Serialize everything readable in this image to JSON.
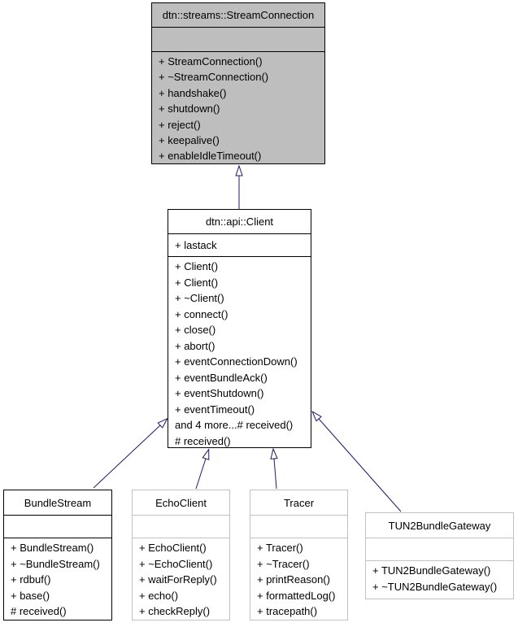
{
  "diagram": {
    "kind": "uml-inheritance-diagram",
    "colors": {
      "parent_box_fill": "#bebebe",
      "box_fill": "#ffffff",
      "edge_color": "#191970",
      "muted_border": "#c1c1c1",
      "strong_border": "#000000",
      "text": "#000000"
    },
    "classes": [
      {
        "id": "stream-connection",
        "title": "dtn::streams::StreamConnection",
        "attributes": [],
        "methods": [
          "+ StreamConnection()",
          "+ ~StreamConnection()",
          "+ handshake()",
          "+ shutdown()",
          "+ reject()",
          "+ keepalive()",
          "+ enableIdleTimeout()"
        ]
      },
      {
        "id": "client",
        "title": "dtn::api::Client",
        "attributes": [
          "+ lastack"
        ],
        "methods": [
          "+ Client()",
          "+ Client()",
          "+ ~Client()",
          "+ connect()",
          "+ close()",
          "+ abort()",
          "+ eventConnectionDown()",
          "+ eventBundleAck()",
          "+ eventShutdown()",
          "+ eventTimeout()",
          "and 4 more...# received()",
          "# received()"
        ]
      },
      {
        "id": "bundle-stream",
        "title": "BundleStream",
        "attributes": [],
        "methods": [
          "+ BundleStream()",
          "+ ~BundleStream()",
          "+ rdbuf()",
          "+ base()",
          "# received()"
        ]
      },
      {
        "id": "echo-client",
        "title": "EchoClient",
        "attributes": [],
        "methods": [
          "+ EchoClient()",
          "+ ~EchoClient()",
          "+ waitForReply()",
          "+ echo()",
          "+ checkReply()"
        ]
      },
      {
        "id": "tracer",
        "title": "Tracer",
        "attributes": [],
        "methods": [
          "+ Tracer()",
          "+ ~Tracer()",
          "+ printReason()",
          "+ formattedLog()",
          "+ tracepath()"
        ]
      },
      {
        "id": "tun2-bundle-gateway",
        "title": "TUN2BundleGateway",
        "attributes": [],
        "methods": [
          "+ TUN2BundleGateway()",
          "+ ~TUN2BundleGateway()"
        ]
      }
    ],
    "edges": [
      {
        "from": "dtn::api::Client",
        "to": "dtn::streams::StreamConnection",
        "type": "inheritance"
      },
      {
        "from": "BundleStream",
        "to": "dtn::api::Client",
        "type": "inheritance"
      },
      {
        "from": "EchoClient",
        "to": "dtn::api::Client",
        "type": "inheritance"
      },
      {
        "from": "Tracer",
        "to": "dtn::api::Client",
        "type": "inheritance"
      },
      {
        "from": "TUN2BundleGateway",
        "to": "dtn::api::Client",
        "type": "inheritance"
      }
    ]
  }
}
